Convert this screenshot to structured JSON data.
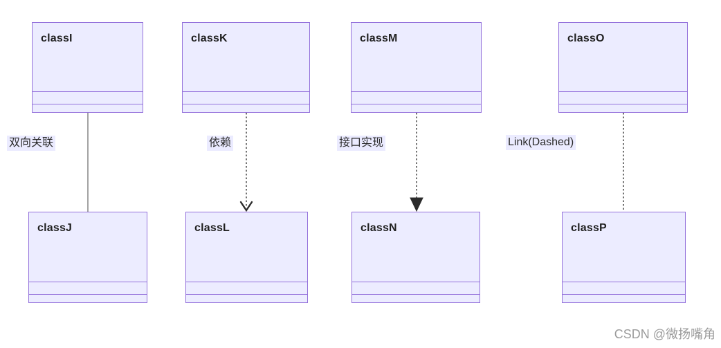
{
  "diagram": {
    "kind": "uml-class-diagram",
    "classes": [
      {
        "name": "classI"
      },
      {
        "name": "classK"
      },
      {
        "name": "classM"
      },
      {
        "name": "classO"
      },
      {
        "name": "classJ"
      },
      {
        "name": "classL"
      },
      {
        "name": "classN"
      },
      {
        "name": "classP"
      }
    ],
    "edges": [
      {
        "from": "classI",
        "to": "classJ",
        "label": "双向关联",
        "line_style": "solid",
        "arrow": "none"
      },
      {
        "from": "classK",
        "to": "classL",
        "label": "依赖",
        "line_style": "dotted",
        "arrow": "open-vee"
      },
      {
        "from": "classM",
        "to": "classN",
        "label": "接口实现",
        "line_style": "dotted",
        "arrow": "filled-triangle"
      },
      {
        "from": "classO",
        "to": "classP",
        "label": "Link(Dashed)",
        "line_style": "dotted",
        "arrow": "none"
      }
    ],
    "colors": {
      "box_fill": "#ECECFF",
      "box_border": "#9370DB",
      "solid_edge": "#8c8c8c",
      "dotted_edge": "#454545",
      "arrow": "#2b2b2b",
      "label_background": "#E8E8FF",
      "title_text": "#1f1f1f",
      "watermark_text": "#9b9b9b"
    },
    "watermark": "CSDN @微扬嘴角"
  }
}
